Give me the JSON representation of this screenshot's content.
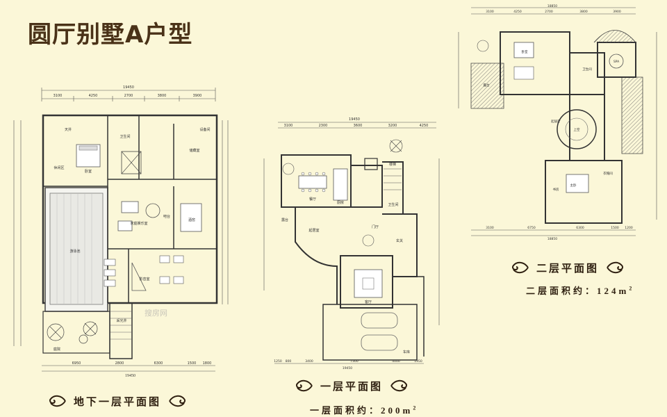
{
  "title": "圆厅别墅A户型",
  "basement": {
    "label": "地下一层平面图",
    "top_dims": [
      "3100",
      "4250",
      "2700",
      "3800",
      "3900"
    ],
    "top_total": "19450",
    "bottom_dims": [
      "6950",
      "2800",
      "6300",
      "1500",
      "1800"
    ],
    "bottom_total": "19450",
    "rooms": [
      "游泳池",
      "休闲区",
      "卧室",
      "卫生间",
      "吧台",
      "影音室",
      "储藏室",
      "家庭娱乐室",
      "酒窖",
      "庭院",
      "天井",
      "设备间",
      "采光井"
    ]
  },
  "first": {
    "label": "一层平面图",
    "area_label": "一层面积约：200m",
    "area_sup": "2",
    "top_dims": [
      "3100",
      "2300",
      "3600",
      "3200",
      "4250"
    ],
    "top_total": "19450",
    "bottom_dims": [
      "1250",
      "800",
      "3400",
      "7300",
      "4000",
      "1950"
    ],
    "bottom_total": "19450",
    "rooms": [
      "餐厅",
      "厨房",
      "客厅",
      "起居室",
      "玄关",
      "车库",
      "门厅",
      "卫生间",
      "露台",
      "楼梯"
    ]
  },
  "second": {
    "label": "二层平面图",
    "area_label": "二层面积约：124m",
    "area_sup": "2",
    "top_dims": [
      "3100",
      "4250",
      "2700",
      "3800",
      "3900"
    ],
    "top_total": "18850",
    "bottom_dims": [
      "3100",
      "6750",
      "6300",
      "1500",
      "1200"
    ],
    "bottom_total": "18850",
    "rooms": [
      "主卧",
      "卧室",
      "书房",
      "卫生间",
      "衣帽间",
      "上空",
      "露台",
      "起居厅",
      "SPA"
    ]
  },
  "watermark": "搜房网",
  "colors": {
    "background": "#fbf7d8",
    "ink": "#3d2a16",
    "wall": "#3a3a3a",
    "pool": "#eeeeee"
  }
}
